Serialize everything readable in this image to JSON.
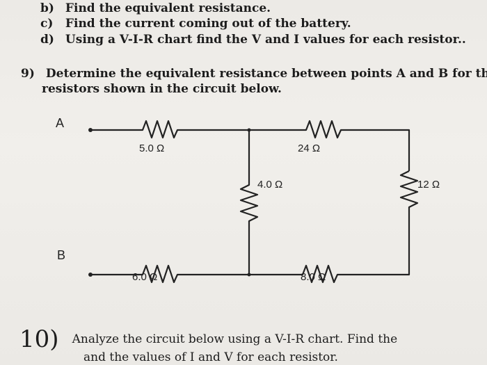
{
  "items": [
    {
      "label": "b)",
      "text": "Find the equivalent resistance."
    },
    {
      "label": "c)",
      "text": "Find the current coming out of the battery."
    },
    {
      "label": "d)",
      "text": "Using a V-I-R chart find the V and I values for each resistor.."
    }
  ],
  "q9": {
    "number": "9)",
    "line1": "Determine the equivalent resistance between points A and B for the",
    "line2": "resistors shown in the circuit below."
  },
  "circuit": {
    "point_a": "A",
    "point_b": "B",
    "r1": "5.0 Ω",
    "r2": "24 Ω",
    "r3": "4.0 Ω",
    "r4": "12 Ω",
    "r5": "6.0 Ω",
    "r6": "8.0 Ω"
  },
  "q10": {
    "number": "10)",
    "line1": "Analyze the circuit below using a V-I-R chart.  Find the",
    "line2": "and the values of I and V for each resistor."
  }
}
